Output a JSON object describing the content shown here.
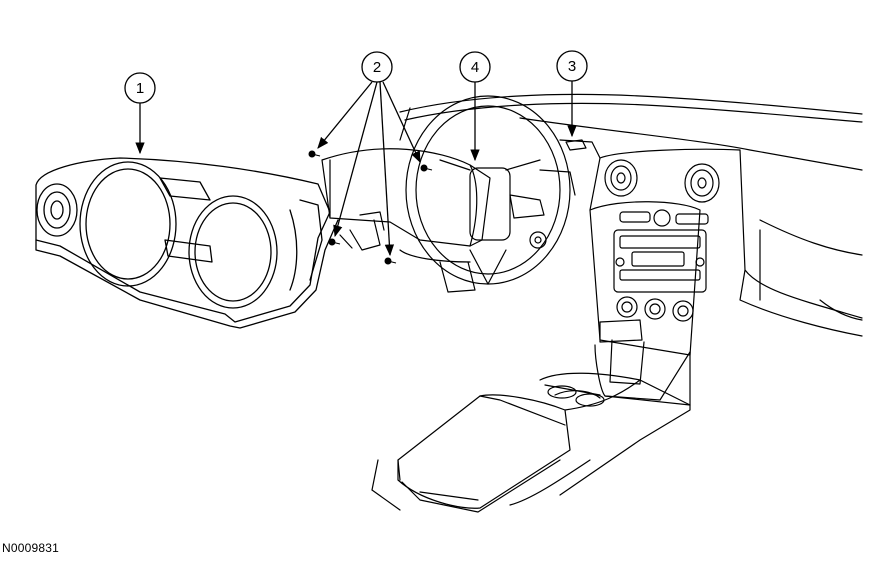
{
  "callouts": {
    "c1": "1",
    "c2": "2",
    "c3": "3",
    "c4": "4"
  },
  "figure_id": "N0009831",
  "colors": {
    "line": "#000000",
    "background": "#ffffff"
  }
}
